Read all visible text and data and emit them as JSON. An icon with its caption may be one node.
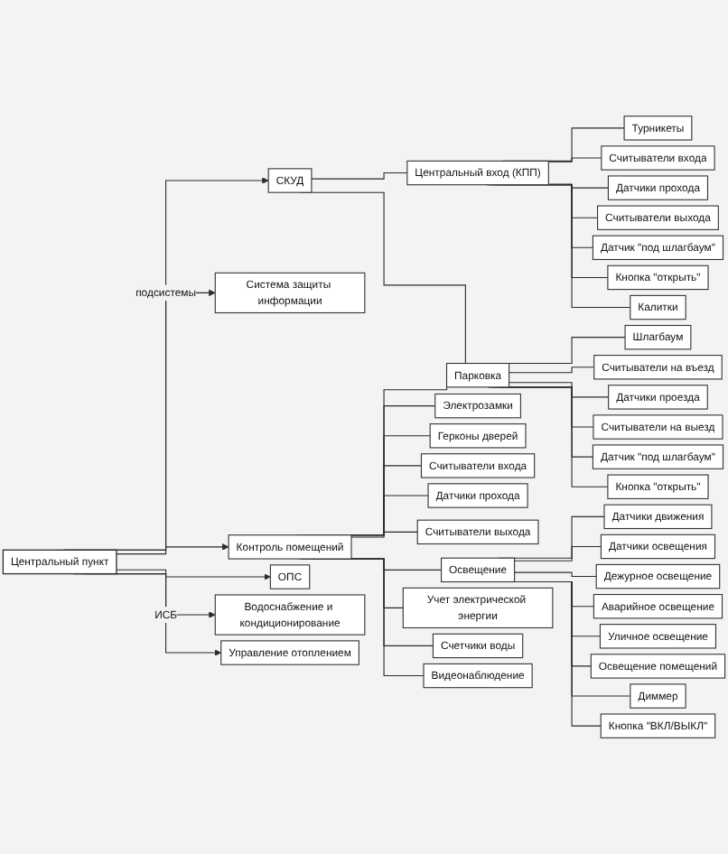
{
  "diagram": {
    "nodes": [
      {
        "text": [
          "Центральный пункт"
        ]
      },
      {
        "text": [
          "СКУД"
        ]
      },
      {
        "text": [
          "Система защиты информации"
        ]
      },
      {
        "text": [
          "Контроль помещений"
        ]
      },
      {
        "text": [
          "ОПС"
        ]
      },
      {
        "text": [
          "Водоснабжение и кондиционирование"
        ]
      },
      {
        "text": [
          "Управление отоплением"
        ]
      },
      {
        "text": [
          "Центральный вход (КПП)"
        ]
      },
      {
        "text": [
          "Турникеты"
        ]
      },
      {
        "text": [
          "Считыватели входа"
        ]
      },
      {
        "text": [
          "Датчики прохода"
        ]
      },
      {
        "text": [
          "Считыватели выхода"
        ]
      },
      {
        "text": [
          "Датчик \"под шлагбаум\""
        ]
      },
      {
        "text": [
          "Кнопка \"открыть\""
        ]
      },
      {
        "text": [
          "Калитки"
        ]
      },
      {
        "text": [
          "Парковка"
        ]
      },
      {
        "text": [
          "Шлагбаум"
        ]
      },
      {
        "text": [
          "Считыватели на въезд"
        ]
      },
      {
        "text": [
          "Датчики проезда"
        ]
      },
      {
        "text": [
          "Считыватели на выезд"
        ]
      },
      {
        "text": [
          "Датчик \"под шлагбаум\""
        ]
      },
      {
        "text": [
          "Кнопка \"открыть\""
        ]
      },
      {
        "text": [
          "Электрозамки"
        ]
      },
      {
        "text": [
          "Герконы дверей"
        ]
      },
      {
        "text": [
          "Считыватели входа"
        ]
      },
      {
        "text": [
          "Датчики прохода"
        ]
      },
      {
        "text": [
          "Считыватели выхода"
        ]
      },
      {
        "text": [
          "Освещение"
        ]
      },
      {
        "text": [
          "Учет электрической энергии"
        ]
      },
      {
        "text": [
          "Счетчики воды"
        ]
      },
      {
        "text": [
          "Видеонаблюдение"
        ]
      },
      {
        "text": [
          "Датчики движения"
        ]
      },
      {
        "text": [
          "Датчики освещения"
        ]
      },
      {
        "text": [
          "Дежурное освещение"
        ]
      },
      {
        "text": [
          "Аварийное освещение"
        ]
      },
      {
        "text": [
          "Уличное освещение"
        ]
      },
      {
        "text": [
          "Освещение помещений"
        ]
      },
      {
        "text": [
          "Диммер"
        ]
      },
      {
        "text": [
          "Кнопка \"ВКЛ/ВЫКЛ\""
        ]
      }
    ],
    "edges": [
      {
        "from": 0,
        "to": 1,
        "arrow": "to"
      },
      {
        "from": 0,
        "to": 2,
        "arrow": "to",
        "label": "подсистемы"
      },
      {
        "from": 0,
        "to": 3,
        "arrow": "to"
      },
      {
        "from": 0,
        "to": 4,
        "arrow": "to"
      },
      {
        "from": 0,
        "to": 5,
        "arrow": "to",
        "label": "ИСБ"
      },
      {
        "from": 0,
        "to": 6,
        "arrow": "to"
      },
      {
        "from": 1,
        "to": 7,
        "arrow": "none"
      },
      {
        "from": 1,
        "to": 15,
        "arrow": "none"
      },
      {
        "from": 3,
        "to": 15,
        "arrow": "none"
      },
      {
        "from": 7,
        "to": 8,
        "arrow": "none"
      },
      {
        "from": 7,
        "to": 9,
        "arrow": "none"
      },
      {
        "from": 7,
        "to": 10,
        "arrow": "none"
      },
      {
        "from": 7,
        "to": 11,
        "arrow": "none"
      },
      {
        "from": 7,
        "to": 12,
        "arrow": "none"
      },
      {
        "from": 7,
        "to": 13,
        "arrow": "none"
      },
      {
        "from": 7,
        "to": 14,
        "arrow": "none"
      },
      {
        "from": 15,
        "to": 16,
        "arrow": "none"
      },
      {
        "from": 15,
        "to": 17,
        "arrow": "none"
      },
      {
        "from": 15,
        "to": 18,
        "arrow": "none"
      },
      {
        "from": 15,
        "to": 19,
        "arrow": "none"
      },
      {
        "from": 15,
        "to": 20,
        "arrow": "none"
      },
      {
        "from": 15,
        "to": 21,
        "arrow": "none"
      },
      {
        "from": 3,
        "to": 22,
        "arrow": "none"
      },
      {
        "from": 3,
        "to": 23,
        "arrow": "none"
      },
      {
        "from": 3,
        "to": 24,
        "arrow": "none"
      },
      {
        "from": 3,
        "to": 25,
        "arrow": "none"
      },
      {
        "from": 3,
        "to": 26,
        "arrow": "none"
      },
      {
        "from": 3,
        "to": 27,
        "arrow": "none"
      },
      {
        "from": 3,
        "to": 28,
        "arrow": "none"
      },
      {
        "from": 3,
        "to": 29,
        "arrow": "none"
      },
      {
        "from": 3,
        "to": 30,
        "arrow": "none"
      },
      {
        "from": 27,
        "to": 31,
        "arrow": "none"
      },
      {
        "from": 27,
        "to": 32,
        "arrow": "none"
      },
      {
        "from": 27,
        "to": 33,
        "arrow": "none"
      },
      {
        "from": 27,
        "to": 34,
        "arrow": "none"
      },
      {
        "from": 27,
        "to": 35,
        "arrow": "none"
      },
      {
        "from": 27,
        "to": 36,
        "arrow": "none"
      },
      {
        "from": 27,
        "to": 37,
        "arrow": "none"
      },
      {
        "from": 27,
        "to": 38,
        "arrow": "none"
      }
    ]
  }
}
